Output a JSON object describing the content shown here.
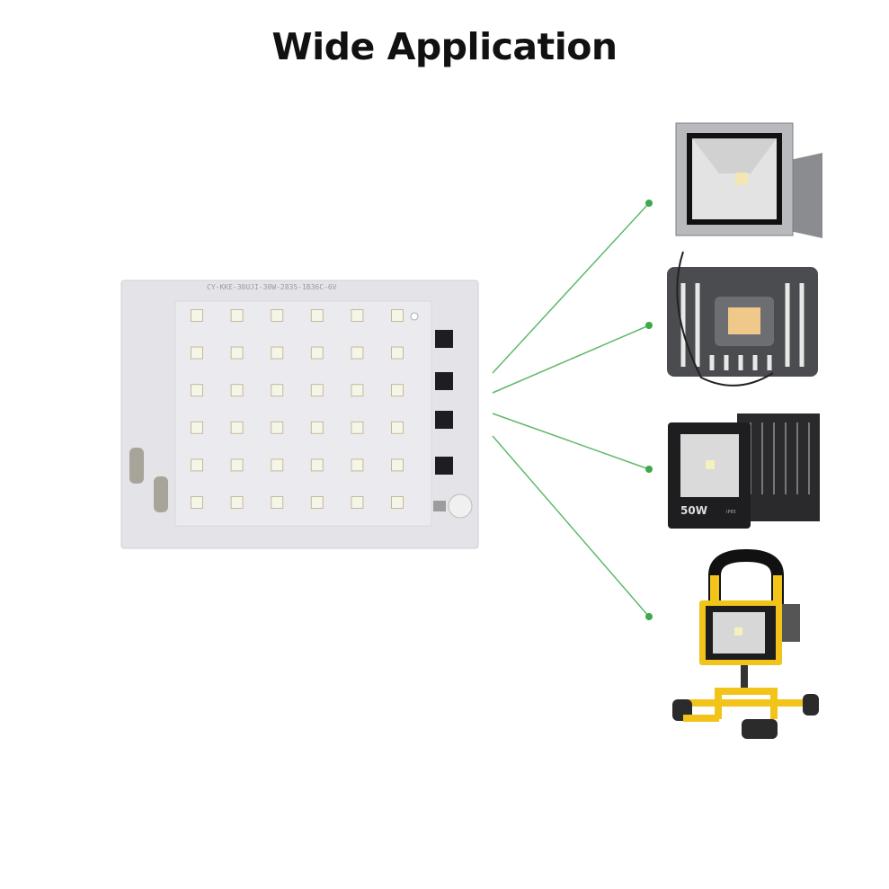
{
  "title": "Wide Application",
  "pcb": {
    "silkscreen": "CY-KKE-30UJI-30W-2835-1B36C-6V",
    "led_rows": 6,
    "led_columns": 6
  },
  "lamps": [
    {
      "name": "floodlight-silver"
    },
    {
      "name": "floodlight-grey-grille"
    },
    {
      "name": "floodlight-black-slim",
      "label": "50W",
      "rating": "IP65"
    },
    {
      "name": "portable-work-light"
    }
  ],
  "colors": {
    "connector_line": "#5fb96a",
    "pcb": "#e6e6ea",
    "led": "#f4f6e8"
  }
}
